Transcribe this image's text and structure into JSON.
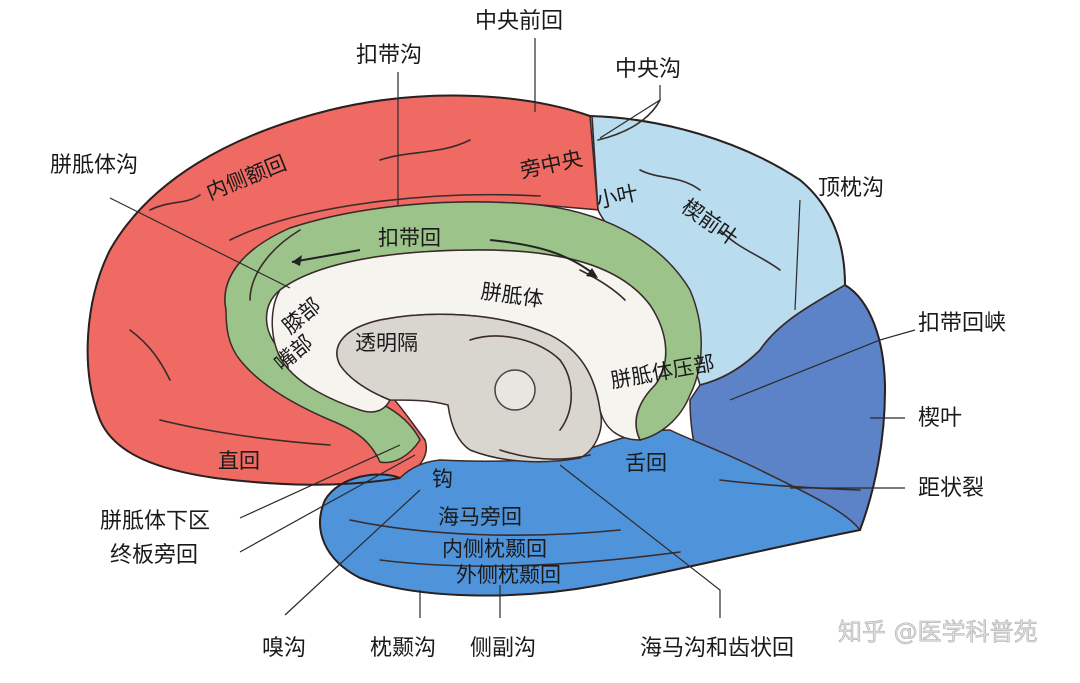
{
  "colors": {
    "frontal_red": "#ee6a62",
    "cingulate_green": "#9cc48a",
    "parietal_lightblue": "#b9dcef",
    "occipital_darkblue": "#5c82c8",
    "temporal_blue": "#4f94da",
    "corpus_white": "#f6f4ef",
    "inner_gray": "#d9d6d0"
  },
  "labels": {
    "precentral_gyrus": "中央前回",
    "cingulate_sulcus_top": "扣带沟",
    "central_sulcus": "中央沟",
    "callosal_sulcus": "胼胝体沟",
    "parieto_occipital_sulcus": "顶枕沟",
    "isthmus": "扣带回峡",
    "cuneus": "楔叶",
    "calcarine": "距状裂",
    "subcallosal_area": "胼胝体下区",
    "paraterminal_gyrus": "终板旁回",
    "rhinal_sulcus": "嗅沟",
    "occipitotemporal_sulcus": "枕颞沟",
    "collateral_sulcus": "侧副沟",
    "hippocampal_dentate": "海马沟和齿状回",
    "medial_frontal_gyrus": "内侧额回",
    "paracentral_lobule_1": "旁中央",
    "paracentral_lobule_2": "小叶",
    "precuneus": "楔前叶",
    "cingulate_gyrus": "扣带回",
    "corpus_callosum": "胼胝体",
    "genu": "膝部",
    "rostrum": "嘴部",
    "septum": "透明隔",
    "splenium": "胼胝体压部",
    "gyrus_rectus": "直回",
    "uncus": "钩",
    "parahippocampal": "海马旁回",
    "medial_occipitotemporal": "内侧枕颞回",
    "lateral_occipitotemporal": "外侧枕颞回",
    "lingual": "舌回"
  },
  "watermark": "知乎 @医学科普苑"
}
